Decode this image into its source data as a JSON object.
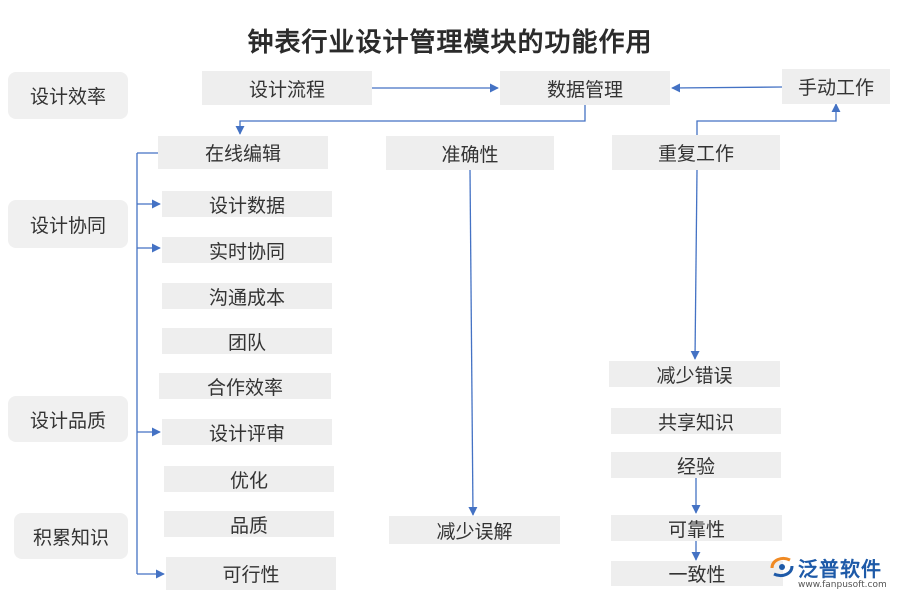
{
  "title": "钟表行业设计管理模块的功能作用",
  "side_labels": [
    "设计效率",
    "设计协同",
    "设计品质",
    "积累知识"
  ],
  "top_row": {
    "design_flow": "设计流程",
    "data_management": "数据管理",
    "manual_work": "手动工作"
  },
  "left_column": [
    "在线编辑",
    "设计数据",
    "实时协同",
    "沟通成本",
    "团队",
    "合作效率",
    "设计评审",
    "优化",
    "品质",
    "可行性"
  ],
  "middle_column": {
    "accuracy": "准确性",
    "reduce_misunderstanding": "减少误解"
  },
  "right_column": {
    "repetitive_work": "重复工作",
    "reduce_errors": "减少错误",
    "share_knowledge": "共享知识",
    "experience": "经验",
    "reliability": "可靠性",
    "consistency": "一致性"
  },
  "logo": {
    "name": "泛普软件",
    "url": "www.fanpusoft.com"
  },
  "colors": {
    "arrow": "#4472c4",
    "box": "#eeeeee",
    "logo": "#1e5aa8"
  }
}
